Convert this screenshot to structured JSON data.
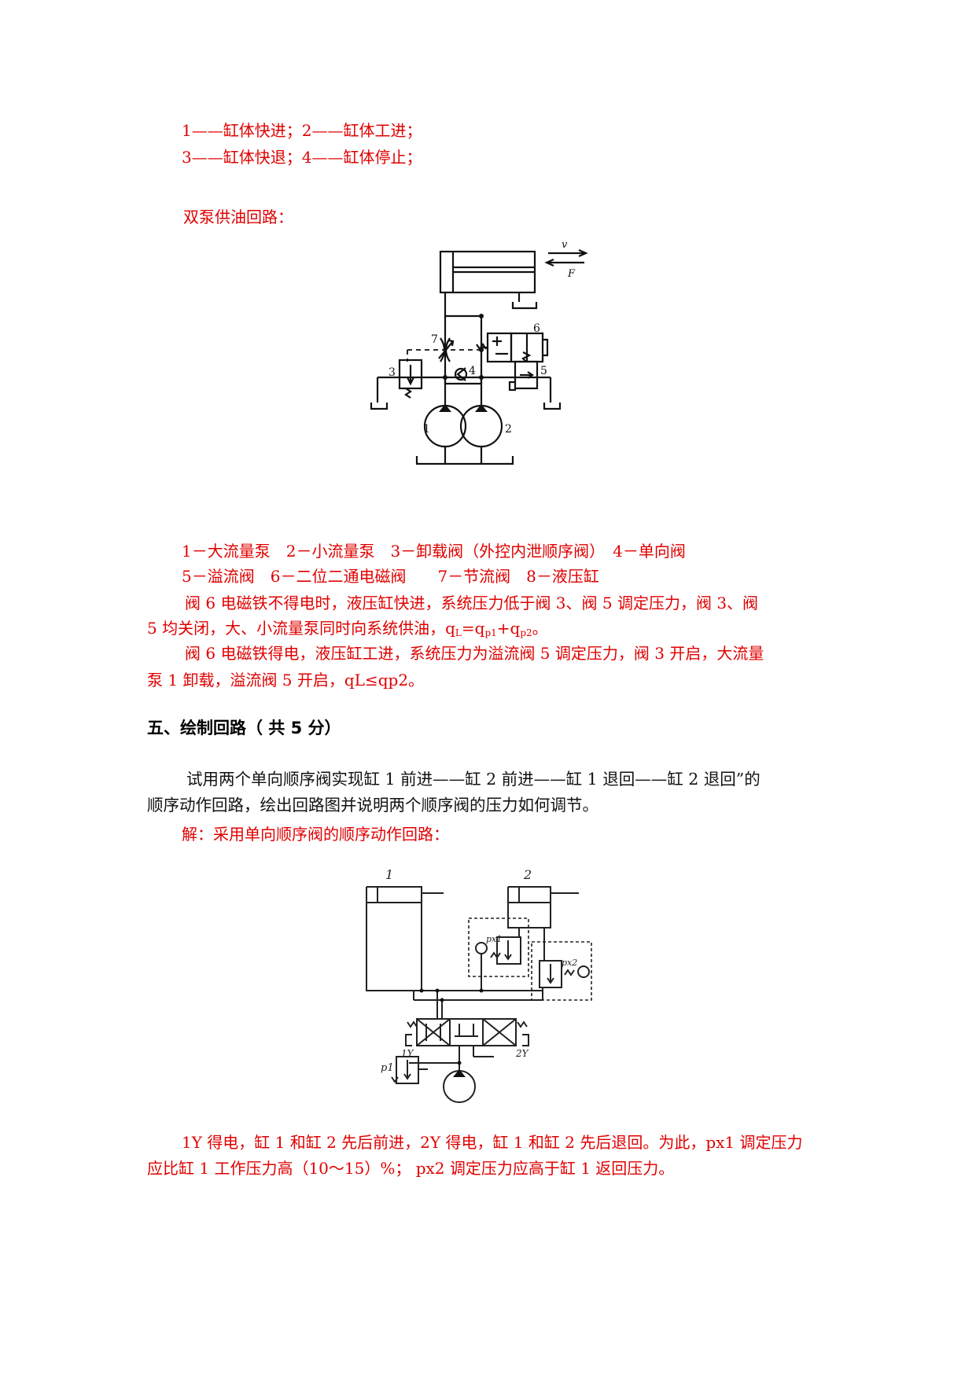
{
  "top": {
    "line1": "1——缸体快进；2——缸体工进；",
    "line2": "3——缸体快退；4——缸体停止；"
  },
  "dual_pump": {
    "title": "双泵供油回路：",
    "figure_labels": {
      "v": "v",
      "F": "F",
      "n1": "1",
      "n2": "2",
      "n3": "3",
      "n4": "4",
      "n5": "5",
      "n6": "6",
      "n7": "7"
    },
    "legend1": "1－大流量泵　2－小流量泵　3－卸载阀（外控内泄顺序阀）　4－单向阀",
    "legend2": "5－溢流阀　6－二位二通电磁阀　　7－节流阀　8－液压缸",
    "para1_a": "阀 6 电磁铁不得电时，液压缸快进，系统压力低于阀 3、阀 5 调定压力，阀 3、阀",
    "para1_b": "5 均关闭，大、小流量泵同时向系统供油，",
    "formula": {
      "q1": "q",
      "sub1": "L",
      "q2": "=q",
      "sub2": "p1",
      "q3": "+q",
      "sub3": "p2",
      "end": "。"
    },
    "para2_a": "阀 6 电磁铁得电，液压缸工进，系统压力为溢流阀 5 调定压力，阀 3 开启，大流量",
    "para2_b": "泵 1 卸载，溢流阀 5 开启，qL≤qp2。"
  },
  "section5": {
    "heading": "五、绘制回路（ 共 5 分）",
    "question_a": "试用两个单向顺序阀实现",
    "question_a2": "缸 1 前进——缸 2 前进——缸 1 退回——缸 2 退回”的",
    "question_b": "顺序动作回路，绘出回路图并说明两个顺序阀的压力如何调节。",
    "solution": "解：采用单向顺序阀的顺序动作回路：",
    "figure_labels": {
      "c1": "1",
      "c2": "2",
      "px1": "px1",
      "px2": "px2",
      "y1": "1Y",
      "y2": "2Y",
      "p1": "p1"
    },
    "answer_a": "1Y 得电，缸 1 和缸 2 先后前进，2Y 得电，缸 1 和缸 2 先后退回。为此，px1 调定压力",
    "answer_b": "应比缸 1 工作压力高（10～15）%；  px2 调定压力应高于缸 1 返回压力。"
  }
}
